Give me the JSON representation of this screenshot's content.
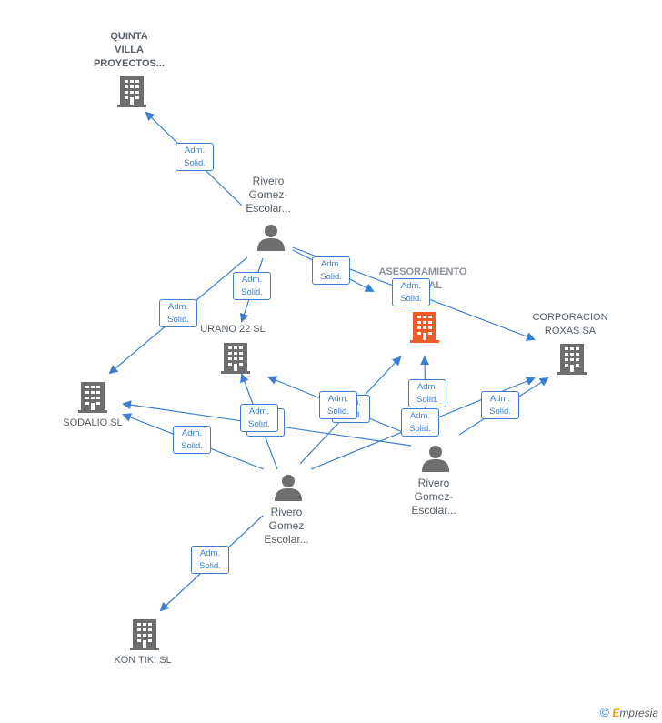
{
  "nodes": {
    "quinta_villa": {
      "label_lines": [
        "QUINTA",
        "VILLA",
        "PROYECTOS..."
      ]
    },
    "rivero_top": {
      "label_lines": [
        "Rivero",
        "Gomez-",
        "Escolar..."
      ]
    },
    "asesoramiento": {
      "label_lines": [
        "ASESORAMIENTO",
        "U...  SAL"
      ]
    },
    "corporacion": {
      "label_lines": [
        "CORPORACION",
        "ROXAS SA"
      ]
    },
    "urano": {
      "label_lines": [
        "URANO 22  SL"
      ]
    },
    "sodalio": {
      "label_lines": [
        "SODALIO  SL"
      ]
    },
    "rivero_right": {
      "label_lines": [
        "Rivero",
        "Gomez-",
        "Escolar..."
      ]
    },
    "rivero_mid": {
      "label_lines": [
        "Rivero",
        "Gomez",
        "Escolar..."
      ]
    },
    "kon_tiki": {
      "label_lines": [
        "KON TIKI  SL"
      ]
    }
  },
  "edge_label": {
    "line1": "Adm.",
    "line2": "Solid."
  },
  "colors": {
    "edge": "#3b7fd4",
    "company": "#6e6e6e",
    "company_highlight": "#f0592a",
    "person": "#6e6e6e"
  },
  "footer": {
    "copyright_symbol": "©",
    "brand_first": "E",
    "brand_rest": "mpresia"
  }
}
